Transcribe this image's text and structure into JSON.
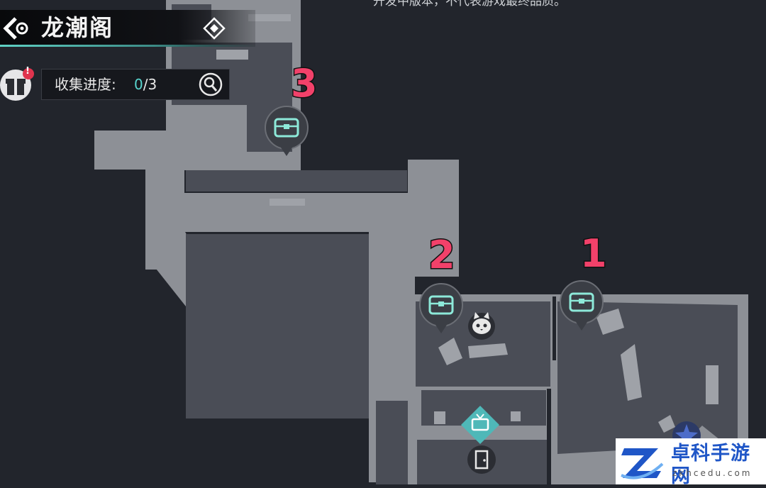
{
  "header": {
    "title": "龙潮阁",
    "back_icon": "back-arrow-icon",
    "diamond_icon": "diamond-locate-icon"
  },
  "caption": "开发中版本，不代表游戏最终品质。",
  "collection": {
    "label": "收集进度:",
    "current": "0",
    "separator": "/",
    "total": "3",
    "gift_icon": "gift-icon",
    "alert_badge": "!",
    "search_icon": "magnifier-icon"
  },
  "markers": [
    {
      "number": "3",
      "icon": "treasure-chest-icon"
    },
    {
      "number": "2",
      "icon": "treasure-chest-icon"
    },
    {
      "number": "1",
      "icon": "treasure-chest-icon"
    }
  ],
  "poi": {
    "cat_icon": "cat-face-icon",
    "tv_icon": "tv-icon",
    "door_icon": "door-icon",
    "star_icon": "star-emblem-icon"
  },
  "watermark": {
    "title": "卓科手游网",
    "url": "zkhcedu.com",
    "logo_icon": "z-logo-icon"
  },
  "colors": {
    "background": "#22252c",
    "floor": "#8a8d93",
    "room": "#4a4d55",
    "accent": "#58d6cf",
    "number_red": "#f2416a",
    "watermark_blue": "#1f56c7"
  }
}
